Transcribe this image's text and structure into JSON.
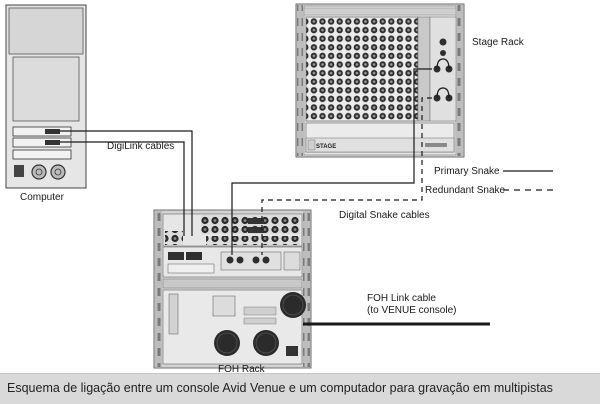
{
  "labels": {
    "stage_rack": "Stage Rack",
    "stage_plate": "STAGE",
    "computer": "Computer",
    "foh_rack": "FOH Rack",
    "digilink_cables": "DigiLink cables",
    "digital_snake_cables": "Digital Snake cables",
    "primary_snake": "Primary Snake",
    "redundant_snake": "Redundant Snake",
    "foh_link_line1": "FOH Link cable",
    "foh_link_line2": "(to VENUE console)"
  },
  "caption": "Esquema de ligação entre um console Avid Venue e um computador para gravação em multipistas",
  "colors": {
    "device_fill": "#e3e3e3",
    "rack_frame": "#9a9a9a",
    "cable": "#1a1a1a",
    "caption_bar": "#d9d9d9"
  },
  "legend": [
    {
      "label": "Primary Snake",
      "style": "solid"
    },
    {
      "label": "Redundant Snake",
      "style": "dashed"
    }
  ]
}
